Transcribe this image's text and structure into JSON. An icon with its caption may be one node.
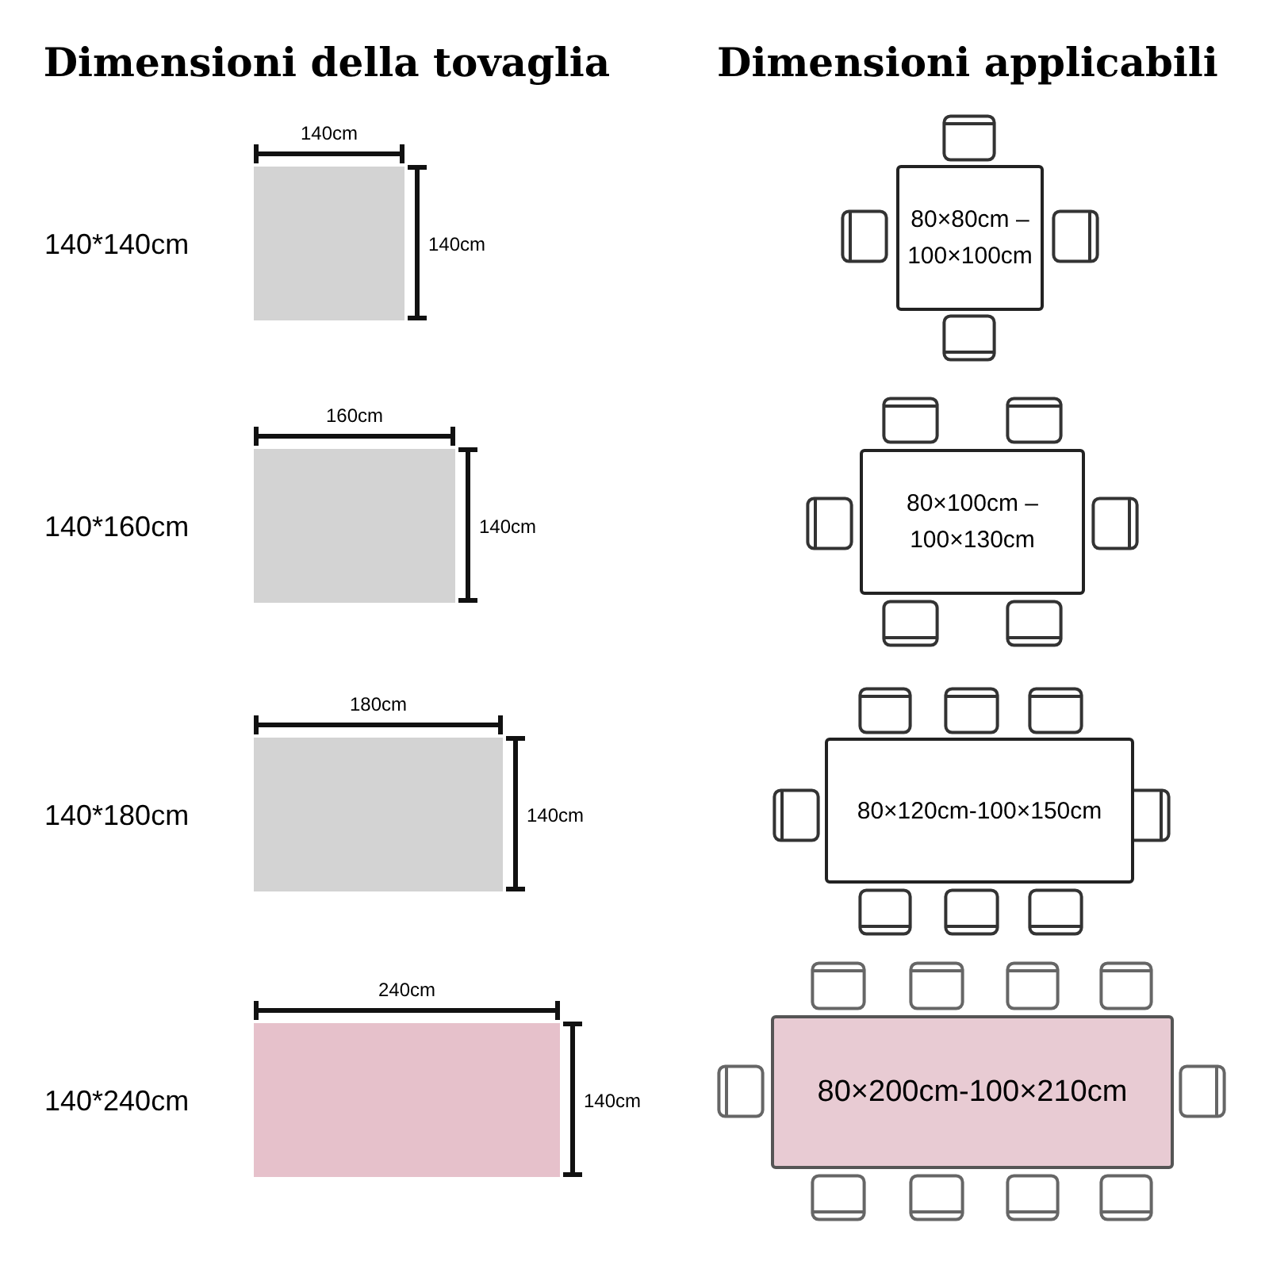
{
  "diagram": {
    "nodes": [
      {
        "text": [],
        "shape": "box",
        "beside": [
          "140*140cm"
        ]
      },
      {
        "text": [],
        "shape": "box",
        "beside": [
          "140*160cm"
        ]
      },
      {
        "text": [],
        "shape": "box",
        "beside": [
          "140*180cm"
        ]
      },
      {
        "text": [],
        "shape": "box",
        "beside": [
          "140*240cm"
        ]
      },
      {
        "text": [
          "80×80cm – 100×100cm"
        ]
      },
      {
        "text": [
          "80×100cm – 100×130cm"
        ]
      },
      {
        "text": [
          "80×120cm-100×150cm"
        ]
      },
      {
        "text": [
          "80×200cm-100×210cm"
        ]
      }
    ],
    "labels": [
      "Dimensioni della tovaglia",
      "Dimensioni applicabili",
      "140cm",
      "140cm",
      "160cm",
      "140cm",
      "180cm",
      "140cm",
      "240cm",
      "140cm"
    ]
  }
}
